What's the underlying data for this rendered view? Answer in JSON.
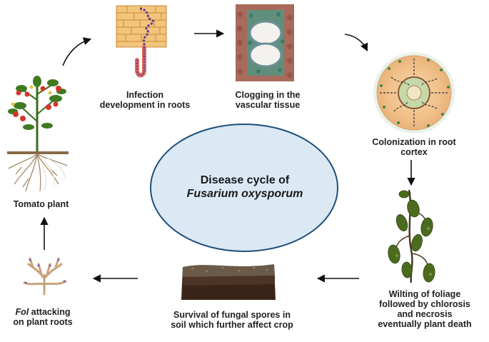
{
  "center": {
    "line1": "Disease cycle of",
    "line2": "Fusarium oxysporum"
  },
  "stages": {
    "infection": {
      "line1": "Infection",
      "line2": "development in roots"
    },
    "clogging": {
      "line1": "Clogging in the",
      "line2": "vascular tissue"
    },
    "colonization": {
      "line1": "Colonization in root",
      "line2": "cortex"
    },
    "wilting": {
      "line1": "Wilting of foliage",
      "line2": "followed by chlorosis",
      "line3": "and necrosis",
      "line4": "eventually plant death"
    },
    "survival": {
      "line1": "Survival of fungal spores in",
      "line2": "soil which further affect crop"
    },
    "fol": {
      "line1_italic": "Fol",
      "line1_rest": " attacking",
      "line2": "on plant roots"
    },
    "tomato": {
      "line1": "Tomato plant"
    }
  },
  "colors": {
    "ellipse_fill": "#dbe9f5",
    "ellipse_stroke": "#1f4f7a",
    "arrow": "#111111",
    "root_cell": "#f0c27a",
    "cell_wall": "#c98b3a",
    "hypha": "#5b3a8c",
    "leaf": "#4b6b1e",
    "soil_dark": "#3a2418",
    "soil_top": "#6b5a48",
    "tomato_red": "#d8342a"
  }
}
